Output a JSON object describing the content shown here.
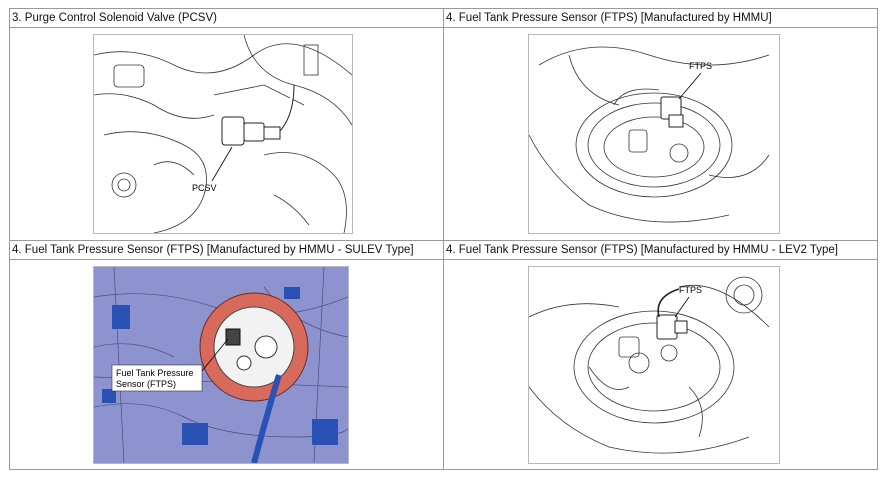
{
  "sections": [
    {
      "title": "3. Purge Control Solenoid Valve (PCSV)",
      "callout": "PCSV"
    },
    {
      "title": "4. Fuel Tank Pressure Sensor (FTPS) [Manufactured by HMMU]",
      "callout": "FTPS"
    },
    {
      "title": "4. Fuel Tank Pressure Sensor (FTPS) [Manufactured by HMMU - SULEV Type]",
      "callout_line1": "Fuel Tank Pressure",
      "callout_line2": "Sensor (FTPS)"
    },
    {
      "title": "4. Fuel Tank Pressure Sensor (FTPS) [Manufactured by HMMU - LEV2 Type]",
      "callout": "FTPS"
    }
  ],
  "colors": {
    "border": "#9a9a9a",
    "line_art": "#333333",
    "tank_blue": "#7f86c8",
    "pump_red": "#d86a5c",
    "connector_blue": "#2a52b5"
  }
}
